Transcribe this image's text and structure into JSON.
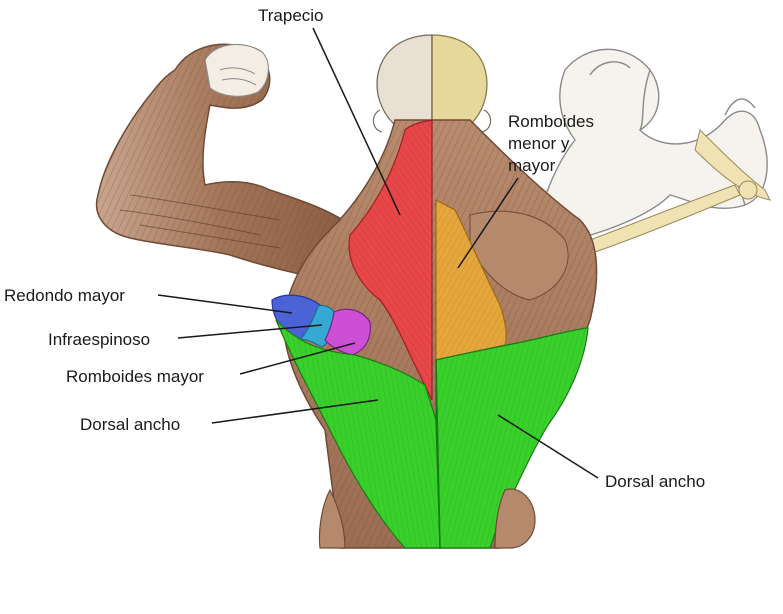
{
  "labels": {
    "trapecio": "Trapecio",
    "romboides_menor_mayor": [
      "Romboides",
      "menor y",
      "mayor"
    ],
    "redondo_mayor": "Redondo mayor",
    "infraespinoso": "Infraespinoso",
    "romboides_mayor": "Romboides mayor",
    "dorsal_ancho_left": "Dorsal ancho",
    "dorsal_ancho_right": "Dorsal ancho"
  },
  "colors": {
    "trapecio": "#e8474a",
    "romboides_menor_mayor": "#e5a73c",
    "redondo_mayor": "#4b63d6",
    "infraespinoso": "#35a9d4",
    "romboides_mayor": "#cc4fd6",
    "dorsal_ancho": "#39d02c",
    "muscle": "#a57a5e",
    "skin_line": "#8a8a8a"
  }
}
